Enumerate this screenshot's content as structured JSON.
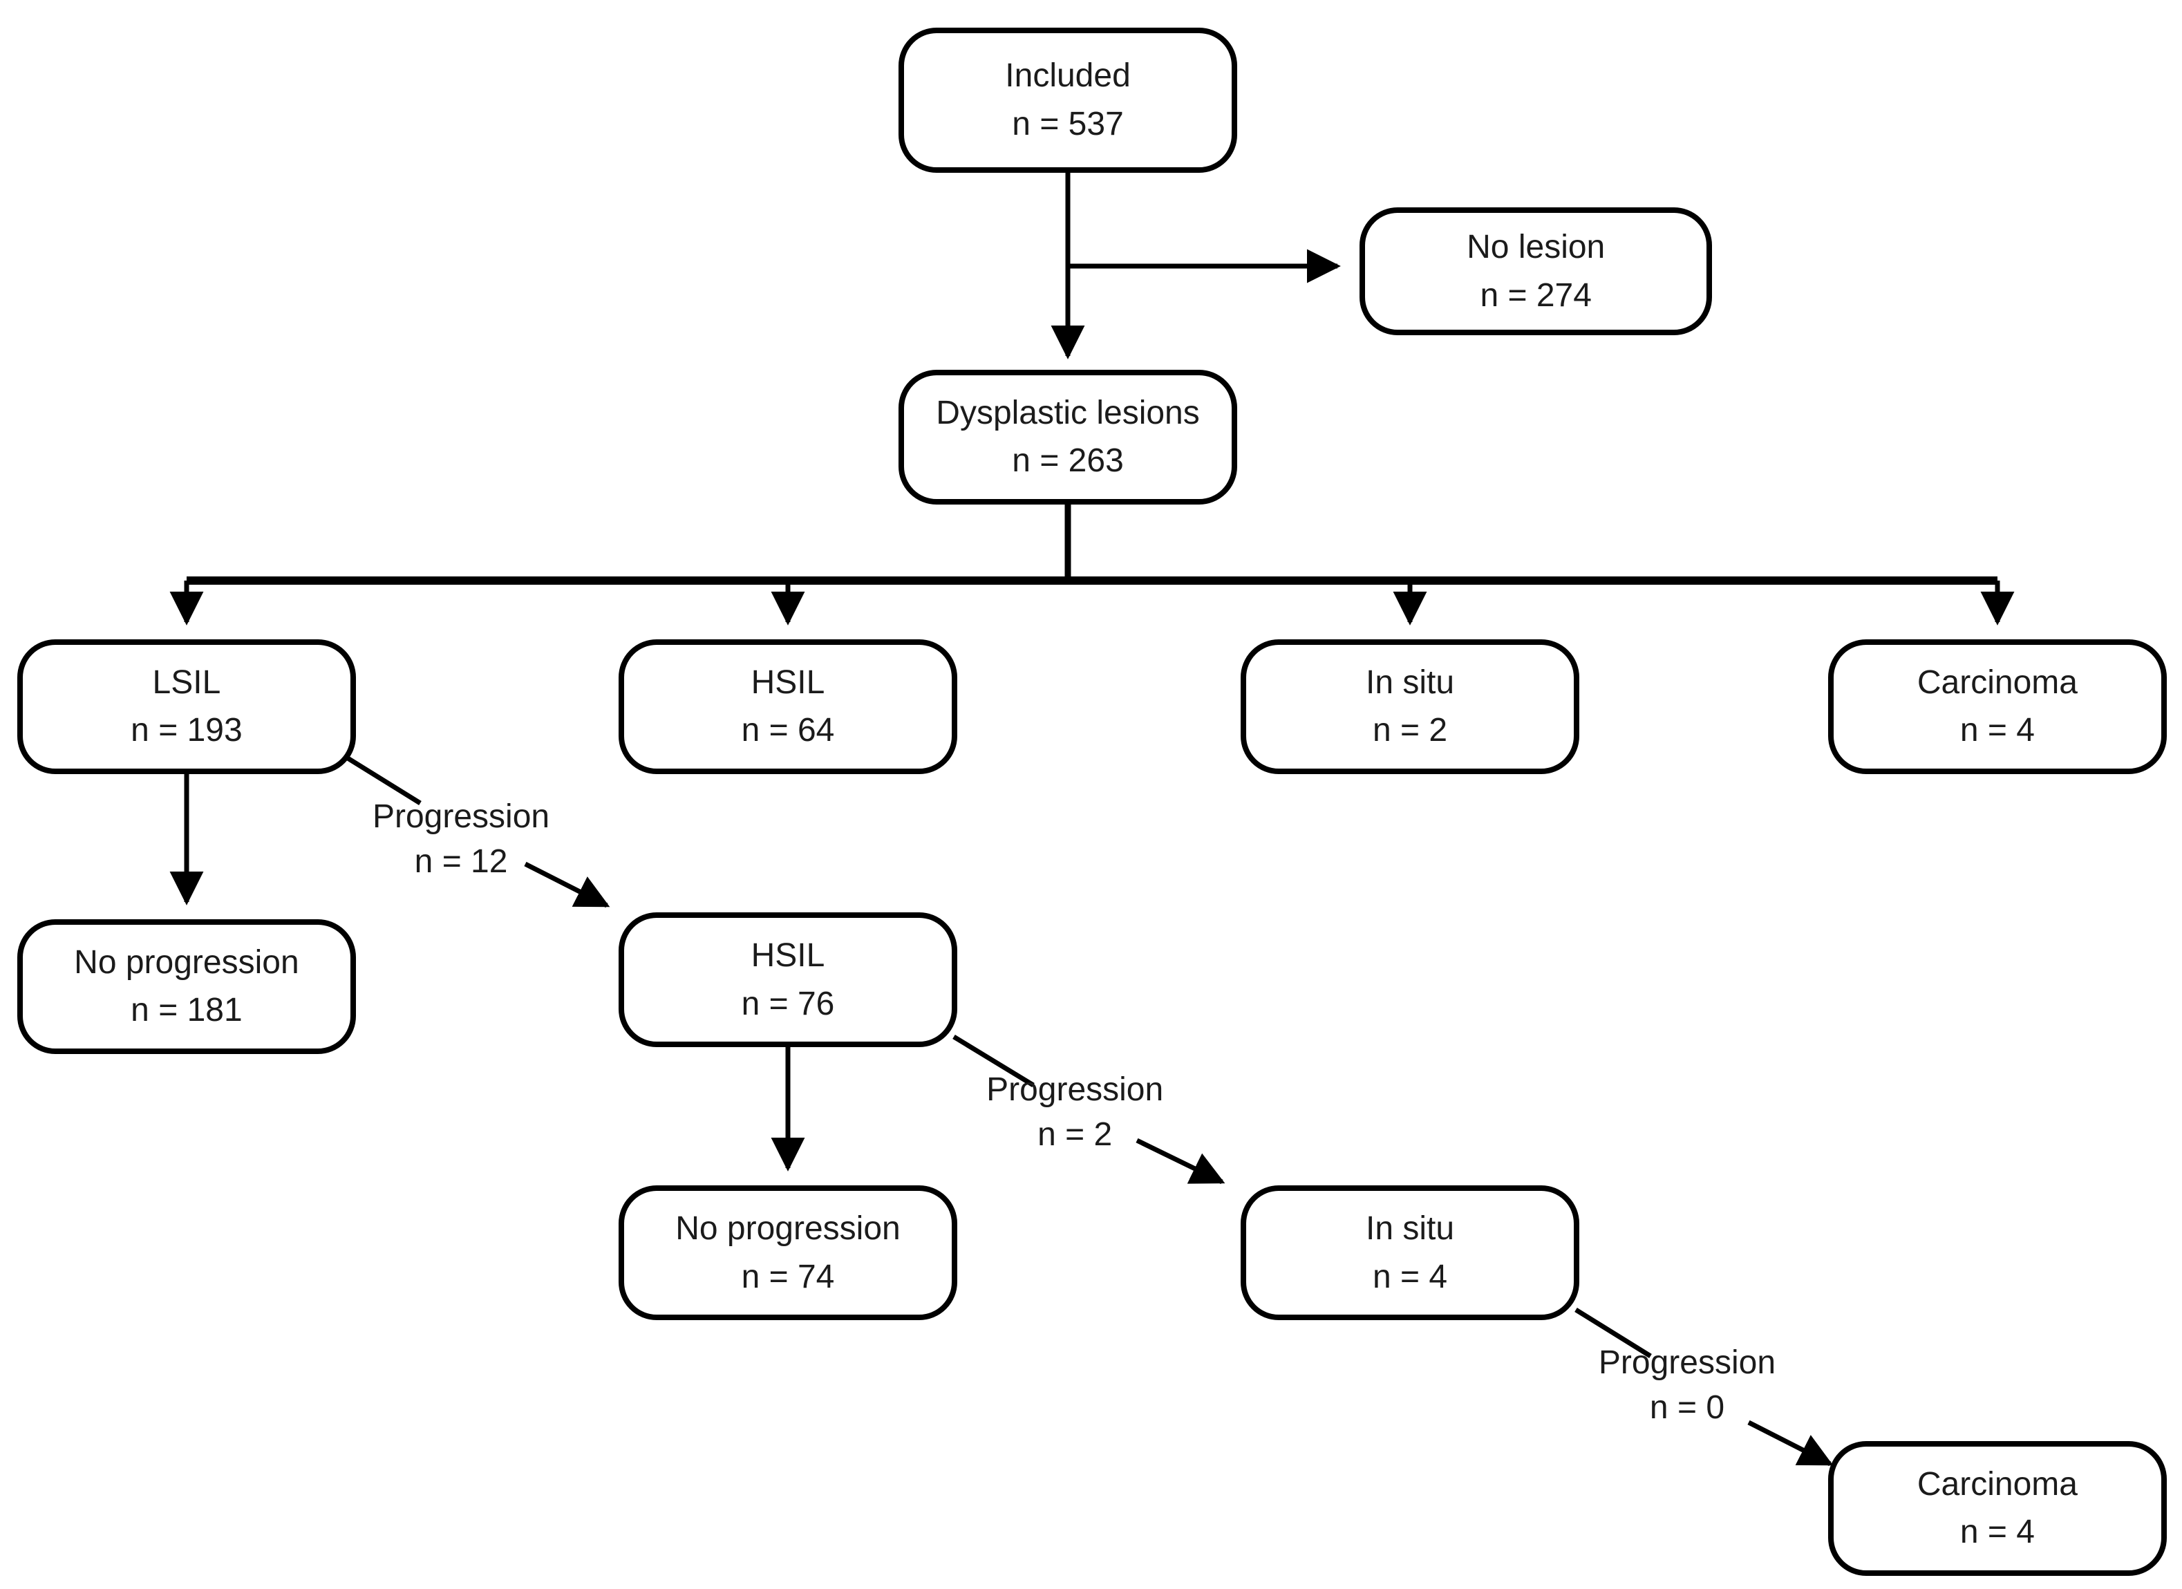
{
  "diagram": {
    "description": "Study inclusion and lesion progression flowchart",
    "nodes": [
      {
        "id": "included",
        "label": "Included",
        "count": "n = 537"
      },
      {
        "id": "no_lesion",
        "label": "No lesion",
        "count": "n = 274"
      },
      {
        "id": "dysplastic_lesions",
        "label": "Dysplastic lesions",
        "count": "n = 263"
      },
      {
        "id": "lsil",
        "label": "LSIL",
        "count": "n = 193"
      },
      {
        "id": "hsil_initial",
        "label": "HSIL",
        "count": "n = 64"
      },
      {
        "id": "in_situ_initial",
        "label": "In situ",
        "count": "n = 2"
      },
      {
        "id": "carcinoma_initial",
        "label": "Carcinoma",
        "count": "n = 4"
      },
      {
        "id": "no_progression_lsil",
        "label": "No progression",
        "count": "n = 181"
      },
      {
        "id": "hsil_progressed",
        "label": "HSIL",
        "count": "n = 76"
      },
      {
        "id": "no_progression_hsil",
        "label": "No progression",
        "count": "n = 74"
      },
      {
        "id": "in_situ_progressed",
        "label": "In situ",
        "count": "n = 4"
      },
      {
        "id": "carcinoma_progressed",
        "label": "Carcinoma",
        "count": "n = 4"
      }
    ],
    "edge_labels": [
      {
        "id": "progression_from_lsil",
        "label": "Progression",
        "count": "n = 12"
      },
      {
        "id": "progression_from_hsil",
        "label": "Progression",
        "count": "n = 2"
      },
      {
        "id": "progression_from_in_situ",
        "label": "Progression",
        "count": "n = 0"
      }
    ],
    "colors": {
      "line": "#000000",
      "box_border": "#000000",
      "box_fill": "#ffffff",
      "text": "#1b1b1b",
      "background": "#ffffff"
    }
  }
}
